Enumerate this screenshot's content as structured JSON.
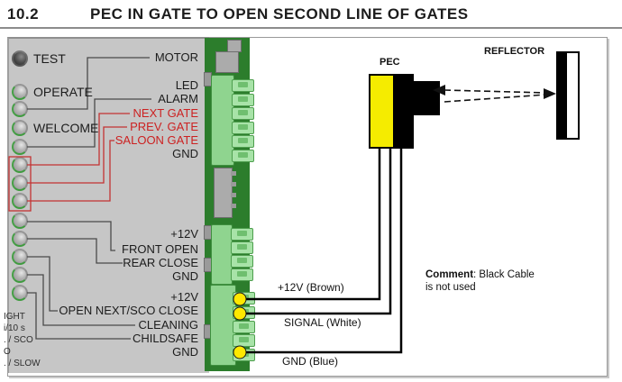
{
  "header": {
    "section": "10.2",
    "title": "PEC IN GATE TO OPEN SECOND LINE OF GATES"
  },
  "controller": {
    "led_labels": {
      "test": "TEST",
      "operate": "OPERATE",
      "welcome": "WELCOME"
    },
    "corner_text": {
      "l1": "IGHT",
      "l2": "i/10 s",
      "l3": ". / SCO",
      "l4": "O",
      "l5": ". / SLOW"
    }
  },
  "terminals": {
    "rows": [
      {
        "label": "MOTOR",
        "highlight": false
      },
      {
        "label": "LED",
        "highlight": false
      },
      {
        "label": "ALARM",
        "highlight": false
      },
      {
        "label": "NEXT GATE",
        "highlight": true
      },
      {
        "label": "PREV. GATE",
        "highlight": true
      },
      {
        "label": "SALOON GATE",
        "highlight": true
      },
      {
        "label": "GND",
        "highlight": false
      },
      {
        "label": "+12V",
        "highlight": false
      },
      {
        "label": "FRONT OPEN",
        "highlight": false
      },
      {
        "label": "REAR CLOSE",
        "highlight": false
      },
      {
        "label": "GND",
        "highlight": false
      },
      {
        "label": "+12V",
        "highlight": false
      },
      {
        "label": "OPEN NEXT/SCO CLOSE",
        "highlight": false
      },
      {
        "label": "CLEANING",
        "highlight": false
      },
      {
        "label": "CHILDSAFE",
        "highlight": false
      },
      {
        "label": "GND",
        "highlight": false
      }
    ]
  },
  "sensor": {
    "pec_label": "PEC",
    "reflector_label": "REFLECTOR"
  },
  "wires": [
    {
      "label": "+12V (Brown)"
    },
    {
      "label": "SIGNAL (White)"
    },
    {
      "label": "GND (Blue)"
    }
  ],
  "comment": {
    "prefix": "Comment",
    "line1_rest": ": Black Cable",
    "line2": "is not used"
  },
  "colors": {
    "highlight_red": "#cc2222",
    "pec_yellow": "#f5ec00",
    "pcb_green": "#2c7d2c",
    "terminal_green": "#8fd48f",
    "panel_gray": "#c6c6c6",
    "connection_dot_yellow": "#ffe800"
  }
}
